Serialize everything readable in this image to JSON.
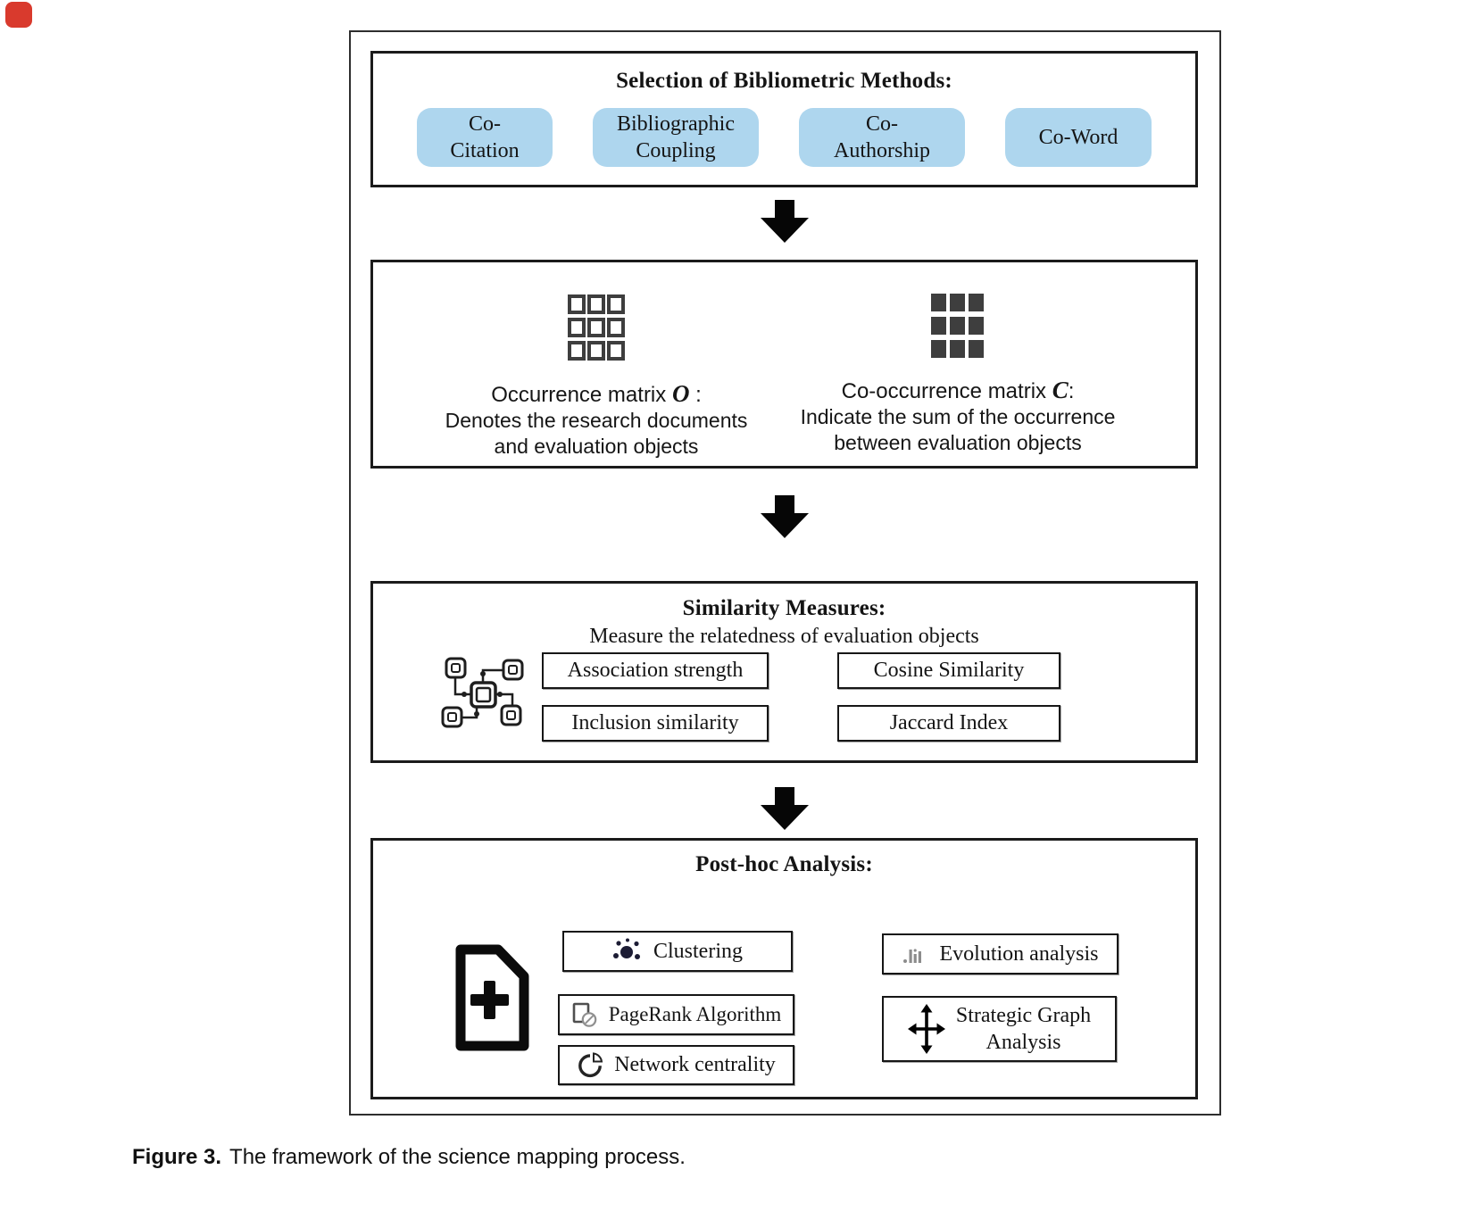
{
  "artifact": {
    "color": "#d93a2d"
  },
  "methods_section": {
    "title": "Selection of Bibliometric Methods:",
    "chip_bg": "#aed6ee",
    "chips": [
      "Co-\nCitation",
      "Bibliographic\nCoupling",
      "Co-\nAuthorship",
      "Co-Word"
    ]
  },
  "matrix_section": {
    "occurrence": {
      "icon": "matrix-outline-grid-icon",
      "title_prefix": "Occurrence matrix ",
      "title_symbol": "O",
      "title_suffix": " :",
      "desc_line1": "Denotes the research documents",
      "desc_line2": "and evaluation objects"
    },
    "cooccurrence": {
      "icon": "matrix-filled-grid-icon",
      "title_prefix": "Co-occurrence matrix ",
      "title_symbol": "C",
      "title_suffix": ":",
      "desc_line1": "Indicate the sum of the occurrence",
      "desc_line2": "between evaluation objects"
    }
  },
  "similarity_section": {
    "title": "Similarity Measures:",
    "subtitle": "Measure the relatedness of evaluation objects",
    "icon": "network-nodes-icon",
    "measures": [
      "Association strength",
      "Cosine Similarity",
      "Inclusion similarity",
      "Jaccard Index"
    ]
  },
  "posthoc_section": {
    "title": "Post-hoc Analysis:",
    "icon": "document-plus-icon",
    "items_left": [
      {
        "icon": "cluster-dots-icon",
        "label": "Clustering"
      },
      {
        "icon": "pagerank-pages-icon",
        "label": "PageRank Algorithm"
      },
      {
        "icon": "pie-chart-icon",
        "label": "Network centrality"
      }
    ],
    "items_right": [
      {
        "icon": "bar-chart-icon",
        "label": "Evolution analysis"
      },
      {
        "icon": "move-arrows-icon",
        "label": "Strategic Graph\nAnalysis"
      }
    ]
  },
  "caption": {
    "label": "Figure 3.",
    "text": "The framework of the science mapping process."
  }
}
